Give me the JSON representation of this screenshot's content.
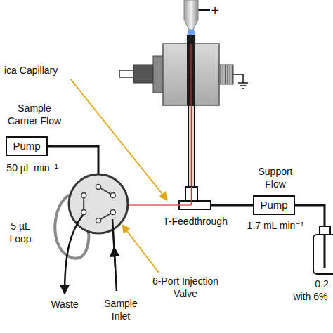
{
  "diagram": {
    "nodes": [
      {
        "text": [
          "Pump"
        ]
      },
      {
        "text": [
          "Pump"
        ]
      }
    ],
    "labels": [
      "+",
      "ica Capillary",
      "Sample Carrier Flow",
      "50 µL min⁻¹",
      "Support Flow",
      "1.7 mL min⁻¹",
      "T-Feedthrough",
      "5 µL Loop",
      "Waste",
      "Sample Inlet",
      "6-Port Injection Valve",
      "0.2",
      "with 6%"
    ]
  }
}
